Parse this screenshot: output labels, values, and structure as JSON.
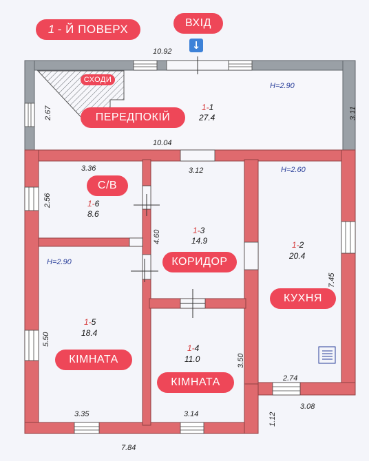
{
  "title": {
    "number": "1",
    "rest": "- Й  ПОВЕРХ"
  },
  "entrance": {
    "label": "ВХІД",
    "icon": "down-arrow-icon"
  },
  "stairs_label": "СХОДИ",
  "heights": [
    "H=2.90",
    "H=2.60",
    "H=2.90"
  ],
  "dimensions": [
    "10.92",
    "2.67",
    "3.11",
    "10.04",
    "3.36",
    "3.12",
    "2.56",
    "4.60",
    "7.45",
    "5.50",
    "3.50",
    "2.74",
    "3.08",
    "3.35",
    "3.14",
    "1.12",
    "7.84"
  ],
  "rooms": [
    {
      "name": "ПЕРЕДПОКІЙ",
      "code_prefix": "1-",
      "code_num": "1",
      "area": "27.4"
    },
    {
      "name": "С/В",
      "code_prefix": "1-",
      "code_num": "6",
      "area": "8.6"
    },
    {
      "name": "КОРИДОР",
      "code_prefix": "1-",
      "code_num": "3",
      "area": "14.9"
    },
    {
      "name": "КУХНЯ",
      "code_prefix": "1-",
      "code_num": "2",
      "area": "20.4"
    },
    {
      "name": "КІМНАТА",
      "code_prefix": "1-",
      "code_num": "5",
      "area": "18.4"
    },
    {
      "name": "КІМНАТА",
      "code_prefix": "1-",
      "code_num": "4",
      "area": "11.0"
    }
  ],
  "colors": {
    "background": "#f4f5fa",
    "wall_gray": "#9aa0a6",
    "wall_red": "#df6a6e",
    "label_red": "#ee4758",
    "code_red": "#d63a3a",
    "blue_text": "#2a3f9a"
  }
}
